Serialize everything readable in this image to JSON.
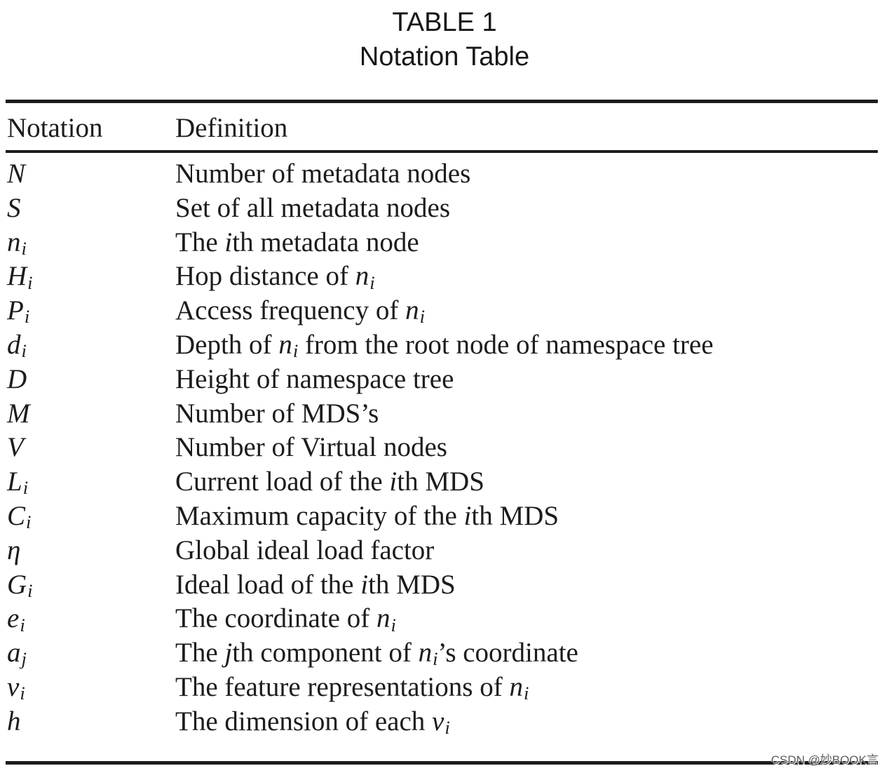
{
  "caption": {
    "line1": "TABLE 1",
    "line2": "Notation Table"
  },
  "table": {
    "headers": [
      "Notation",
      "Definition"
    ],
    "rows": [
      {
        "notation": [
          [
            "m",
            "N"
          ]
        ],
        "definition": [
          [
            "t",
            "Number of metadata nodes"
          ]
        ]
      },
      {
        "notation": [
          [
            "m",
            "S"
          ]
        ],
        "definition": [
          [
            "t",
            "Set of all metadata nodes"
          ]
        ]
      },
      {
        "notation": [
          [
            "m",
            "n"
          ],
          [
            "s",
            "i"
          ]
        ],
        "definition": [
          [
            "t",
            "The "
          ],
          [
            "m",
            "i"
          ],
          [
            "t",
            "th metadata node"
          ]
        ]
      },
      {
        "notation": [
          [
            "m",
            "H"
          ],
          [
            "s",
            "i"
          ]
        ],
        "definition": [
          [
            "t",
            "Hop distance of "
          ],
          [
            "m",
            "n"
          ],
          [
            "s",
            "i"
          ]
        ]
      },
      {
        "notation": [
          [
            "m",
            "P"
          ],
          [
            "s",
            "i"
          ]
        ],
        "definition": [
          [
            "t",
            "Access frequency of "
          ],
          [
            "m",
            "n"
          ],
          [
            "s",
            "i"
          ]
        ]
      },
      {
        "notation": [
          [
            "m",
            "d"
          ],
          [
            "s",
            "i"
          ]
        ],
        "definition": [
          [
            "t",
            "Depth of "
          ],
          [
            "m",
            "n"
          ],
          [
            "s",
            "i"
          ],
          [
            "t",
            " from the root node of namespace tree"
          ]
        ]
      },
      {
        "notation": [
          [
            "m",
            "D"
          ]
        ],
        "definition": [
          [
            "t",
            "Height of namespace tree"
          ]
        ]
      },
      {
        "notation": [
          [
            "m",
            "M"
          ]
        ],
        "definition": [
          [
            "t",
            "Number of MDS’s"
          ]
        ]
      },
      {
        "notation": [
          [
            "m",
            "V"
          ]
        ],
        "definition": [
          [
            "t",
            "Number of Virtual nodes"
          ]
        ]
      },
      {
        "notation": [
          [
            "m",
            "L"
          ],
          [
            "s",
            "i"
          ]
        ],
        "definition": [
          [
            "t",
            "Current load of the "
          ],
          [
            "m",
            "i"
          ],
          [
            "t",
            "th MDS"
          ]
        ]
      },
      {
        "notation": [
          [
            "m",
            "C"
          ],
          [
            "s",
            "i"
          ]
        ],
        "definition": [
          [
            "t",
            "Maximum capacity of the "
          ],
          [
            "m",
            "i"
          ],
          [
            "t",
            "th MDS"
          ]
        ]
      },
      {
        "notation": [
          [
            "m",
            "η"
          ]
        ],
        "definition": [
          [
            "t",
            "Global ideal load factor"
          ]
        ]
      },
      {
        "notation": [
          [
            "m",
            "G"
          ],
          [
            "s",
            "i"
          ]
        ],
        "definition": [
          [
            "t",
            "Ideal load of the "
          ],
          [
            "m",
            "i"
          ],
          [
            "t",
            "th MDS"
          ]
        ]
      },
      {
        "notation": [
          [
            "m",
            "e"
          ],
          [
            "s",
            "i"
          ]
        ],
        "definition": [
          [
            "t",
            "The coordinate of "
          ],
          [
            "m",
            "n"
          ],
          [
            "s",
            "i"
          ]
        ]
      },
      {
        "notation": [
          [
            "m",
            "a"
          ],
          [
            "s",
            "j"
          ]
        ],
        "definition": [
          [
            "t",
            "The "
          ],
          [
            "m",
            "j"
          ],
          [
            "t",
            "th component of "
          ],
          [
            "m",
            "n"
          ],
          [
            "s",
            "i"
          ],
          [
            "t",
            "’s coordinate"
          ]
        ]
      },
      {
        "notation": [
          [
            "m",
            "v"
          ],
          [
            "s",
            "i"
          ]
        ],
        "definition": [
          [
            "t",
            "The feature representations of "
          ],
          [
            "m",
            "n"
          ],
          [
            "s",
            "i"
          ]
        ]
      },
      {
        "notation": [
          [
            "m",
            "h"
          ]
        ],
        "definition": [
          [
            "t",
            "The dimension of each "
          ],
          [
            "m",
            "v"
          ],
          [
            "s",
            "i"
          ]
        ]
      }
    ]
  },
  "watermark": {
    "text": "CSDN @妙BOOK言"
  },
  "colors": {
    "text": "#1c1c1c",
    "rule": "#1c1c1c",
    "background": "#ffffff",
    "watermark": "#5e5e5e"
  }
}
